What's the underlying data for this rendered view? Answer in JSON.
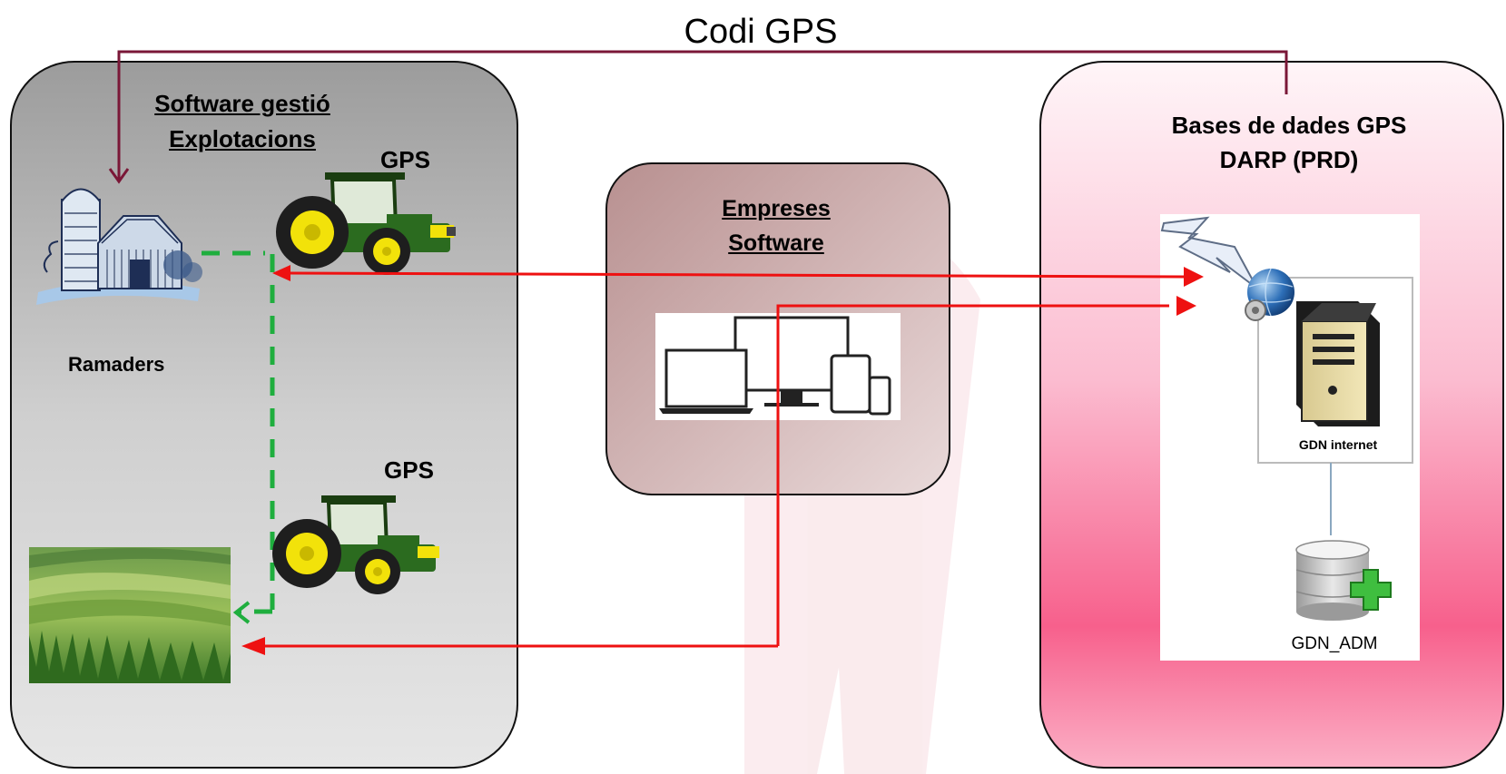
{
  "title": "Codi GPS",
  "left_panel": {
    "heading_line1": "Software gestió",
    "heading_line2": "Explotacions",
    "farm_label": "Ramaders",
    "gps_top": "GPS",
    "gps_bottom": "GPS"
  },
  "middle_panel": {
    "heading_line1": "Empreses",
    "heading_line2": "Software"
  },
  "right_panel": {
    "heading_line1": "Bases de dades GPS",
    "heading_line2": "DARP (PRD)",
    "server_label": "GDN internet",
    "db_label": "GDN_ADM"
  },
  "colors": {
    "connector_top": "#7a1737",
    "arrow_red": "#ee1111",
    "dashed_green": "#1fae3e",
    "tractor_green": "#2b6b1f",
    "tractor_yellow": "#f2e20a"
  },
  "icons": [
    "barn-icon",
    "tractor-icon",
    "field-image",
    "devices-icon",
    "lightning-icon",
    "globe-icon",
    "server-icon",
    "database-icon"
  ]
}
